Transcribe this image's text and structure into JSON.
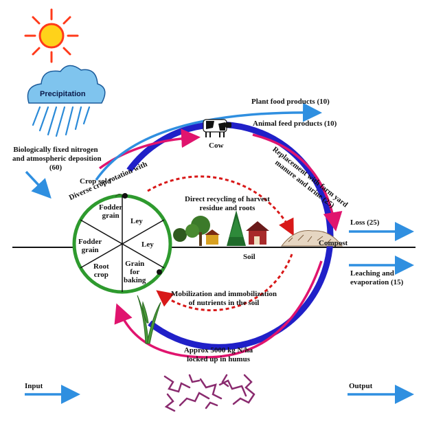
{
  "weather": {
    "sun_icon": "sun-icon",
    "precipitation_label": "Precipitation"
  },
  "labels": {
    "plant_food": "Plant food products (10)",
    "animal_feed": "Animal feed products (10)",
    "cow": "Cow",
    "bio_fixed_1": "Biologically fixed nitrogen",
    "bio_fixed_2": "and atmospheric deposition",
    "bio_fixed_3": "(60)",
    "crop_sold": "Crop sold",
    "rotation_title": "Diverse crop rotation with",
    "replacement": "Replacement with farm yard manure and urine (25)",
    "direct_recycling_1": "Direct recycling of harvest",
    "direct_recycling_2": "residue and roots",
    "soil": "Soil",
    "compost": "Compost",
    "loss": "Loss (25)",
    "leaching_1": "Leaching and",
    "leaching_2": "evaporation (15)",
    "mobilization_1": "Mobilization and immobilization",
    "mobilization_2": "of nutrients in the soil",
    "humus_1": "Approx 5000 kg N/ha",
    "humus_2": "locked up in humus",
    "input": "Input",
    "output": "Output"
  },
  "rotation": [
    {
      "label": "Fodder grain"
    },
    {
      "label": "Ley"
    },
    {
      "label": "Ley"
    },
    {
      "label": "Grain for baking"
    },
    {
      "label": "Root crop"
    },
    {
      "label": "Fodder grain"
    }
  ],
  "colors": {
    "blue_arrow": "#2f8fe0",
    "pink_arrow": "#e0146e",
    "dark_blue_ring": "#2020c8",
    "red_dashed": "#d81818",
    "wheel_border": "#2e9a2e",
    "cloud": "#7fc4ee",
    "sun": "#ff3a1a",
    "rain": "#2a8ad8",
    "humus": "#8a2b6f"
  }
}
